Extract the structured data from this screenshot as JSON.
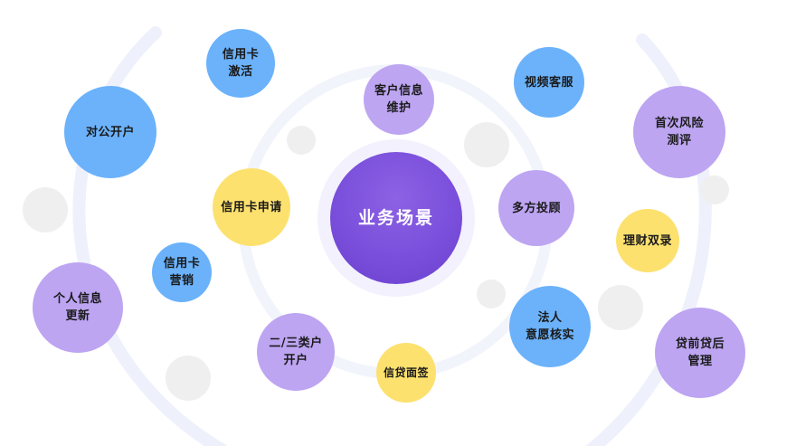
{
  "center": {
    "label": "业务场景"
  },
  "nodes": [
    {
      "label": "信用卡\n激活",
      "color": "blue"
    },
    {
      "label": "客户信息\n维护",
      "color": "purple"
    },
    {
      "label": "视频客服",
      "color": "blue"
    },
    {
      "label": "对公开户",
      "color": "blue"
    },
    {
      "label": "首次风险\n测评",
      "color": "purple"
    },
    {
      "label": "信用卡申请",
      "color": "yellow"
    },
    {
      "label": "多方投顾",
      "color": "purple"
    },
    {
      "label": "理财双录",
      "color": "yellow"
    },
    {
      "label": "信用卡\n营销",
      "color": "blue"
    },
    {
      "label": "个人信息\n更新",
      "color": "purple"
    },
    {
      "label": "法人\n意愿核实",
      "color": "blue"
    },
    {
      "label": "二/三类户\n开户",
      "color": "purple"
    },
    {
      "label": "贷前贷后\n管理",
      "color": "purple"
    },
    {
      "label": "信贷面签",
      "color": "yellow"
    }
  ],
  "colors": {
    "blue": "#6BB2FB",
    "purple": "#BDA5F2",
    "yellow": "#FDE16F",
    "center": "#7A4FDB",
    "decor_grey": "#EFEFEF",
    "arc": "#EEF1FB"
  }
}
